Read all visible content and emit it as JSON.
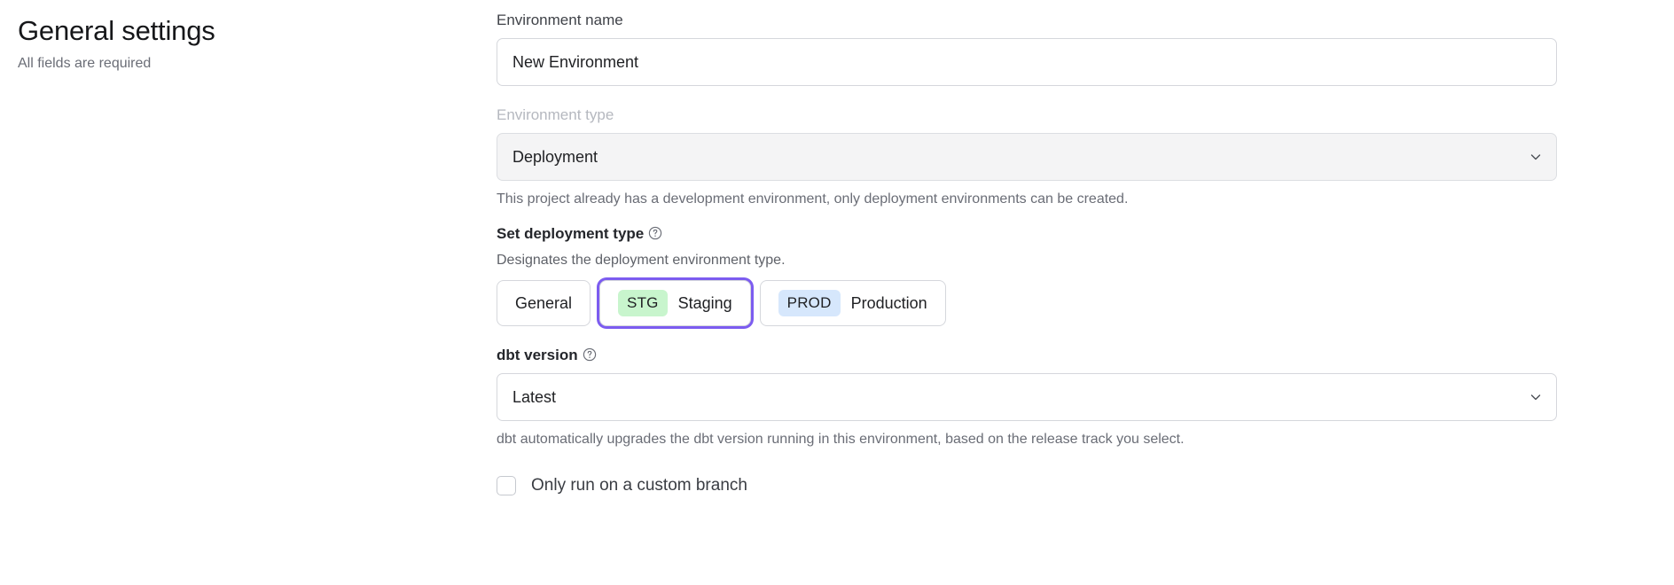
{
  "header": {
    "title": "General settings",
    "subtitle": "All fields are required"
  },
  "form": {
    "environment_name": {
      "label": "Environment name",
      "value": "New Environment",
      "placeholder": "Environment name"
    },
    "environment_type": {
      "label": "Environment type",
      "value": "Deployment",
      "disabled": true,
      "helper": "This project already has a development environment, only deployment environments can be created.",
      "chevron_icon": "chevron-down-icon"
    },
    "deployment_type": {
      "label": "Set deployment type",
      "help_icon": "help-circle-icon",
      "description": "Designates the deployment environment type.",
      "options": [
        {
          "badge": "",
          "label": "General",
          "selected": false,
          "badge_color": ""
        },
        {
          "badge": "STG",
          "label": "Staging",
          "selected": true,
          "badge_color": "#c8f5cd"
        },
        {
          "badge": "PROD",
          "label": "Production",
          "selected": false,
          "badge_color": "#d6e7fc"
        }
      ],
      "focus_ring_color": "#7c5cf0"
    },
    "dbt_version": {
      "label": "dbt version",
      "help_icon": "help-circle-icon",
      "value": "Latest",
      "helper": "dbt automatically upgrades the dbt version running in this environment, based on the release track you select.",
      "chevron_icon": "chevron-down-icon"
    },
    "custom_branch": {
      "label": "Only run on a custom branch",
      "checked": false
    }
  }
}
